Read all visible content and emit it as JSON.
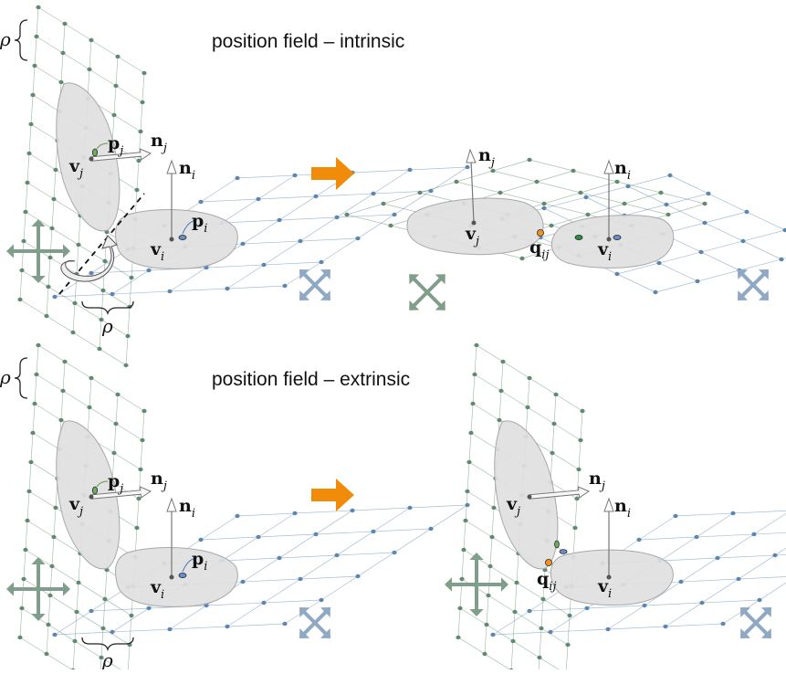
{
  "titles": {
    "intrinsic": "position field – intrinsic",
    "extrinsic": "position field – extrinsic"
  },
  "symbols": {
    "rho": "ρ",
    "v": "v",
    "n": "n",
    "p": "p",
    "q": "q",
    "i": "i",
    "j": "j",
    "ij": "ij"
  },
  "colors": {
    "green_grid": "#5f8a70",
    "blue_grid": "#5b86b0",
    "patch_fill": "#e0e0e0",
    "patch_stroke": "#a8a8a8",
    "orange_arrow": "#f08c0a",
    "green_cross": "#7f9e8c",
    "blue_cross": "#8fa8c4",
    "point_green": "#2f8f3a",
    "point_orange": "#f0921e",
    "point_blue": "#6a8fc0"
  },
  "icons": {
    "transition_arrow": "orange-right-arrow-icon",
    "rotation": "rotation-arrow-icon",
    "green_cross": "four-way-arrow-green-icon",
    "blue_cross": "four-way-arrow-blue-icon"
  }
}
